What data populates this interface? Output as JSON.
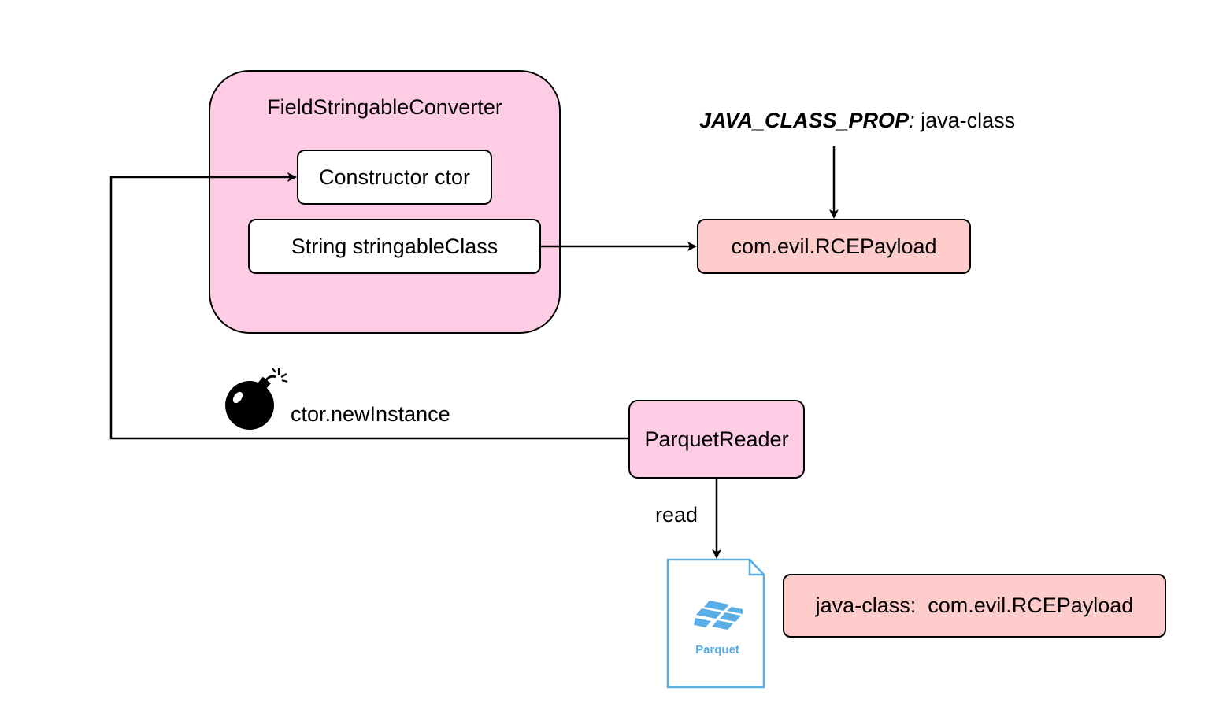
{
  "converter": {
    "title": "FieldStringableConverter",
    "ctor_field": "Constructor ctor",
    "class_field": "String stringableClass"
  },
  "prop_label": {
    "name": "JAVA_CLASS_PROP",
    "sep": ":",
    "value": " java-class"
  },
  "payload_box": "com.evil.RCEPayload",
  "reader": "ParquetReader",
  "edge_new_instance": "ctor.newInstance",
  "edge_read": "read",
  "parquet_file": {
    "logo_text": "Parquet"
  },
  "metadata_box": "java-class:  com.evil.RCEPayload",
  "colors": {
    "pink": "#ffcce6",
    "salmon": "#ffcccc",
    "file_blue": "#5aaee6"
  }
}
